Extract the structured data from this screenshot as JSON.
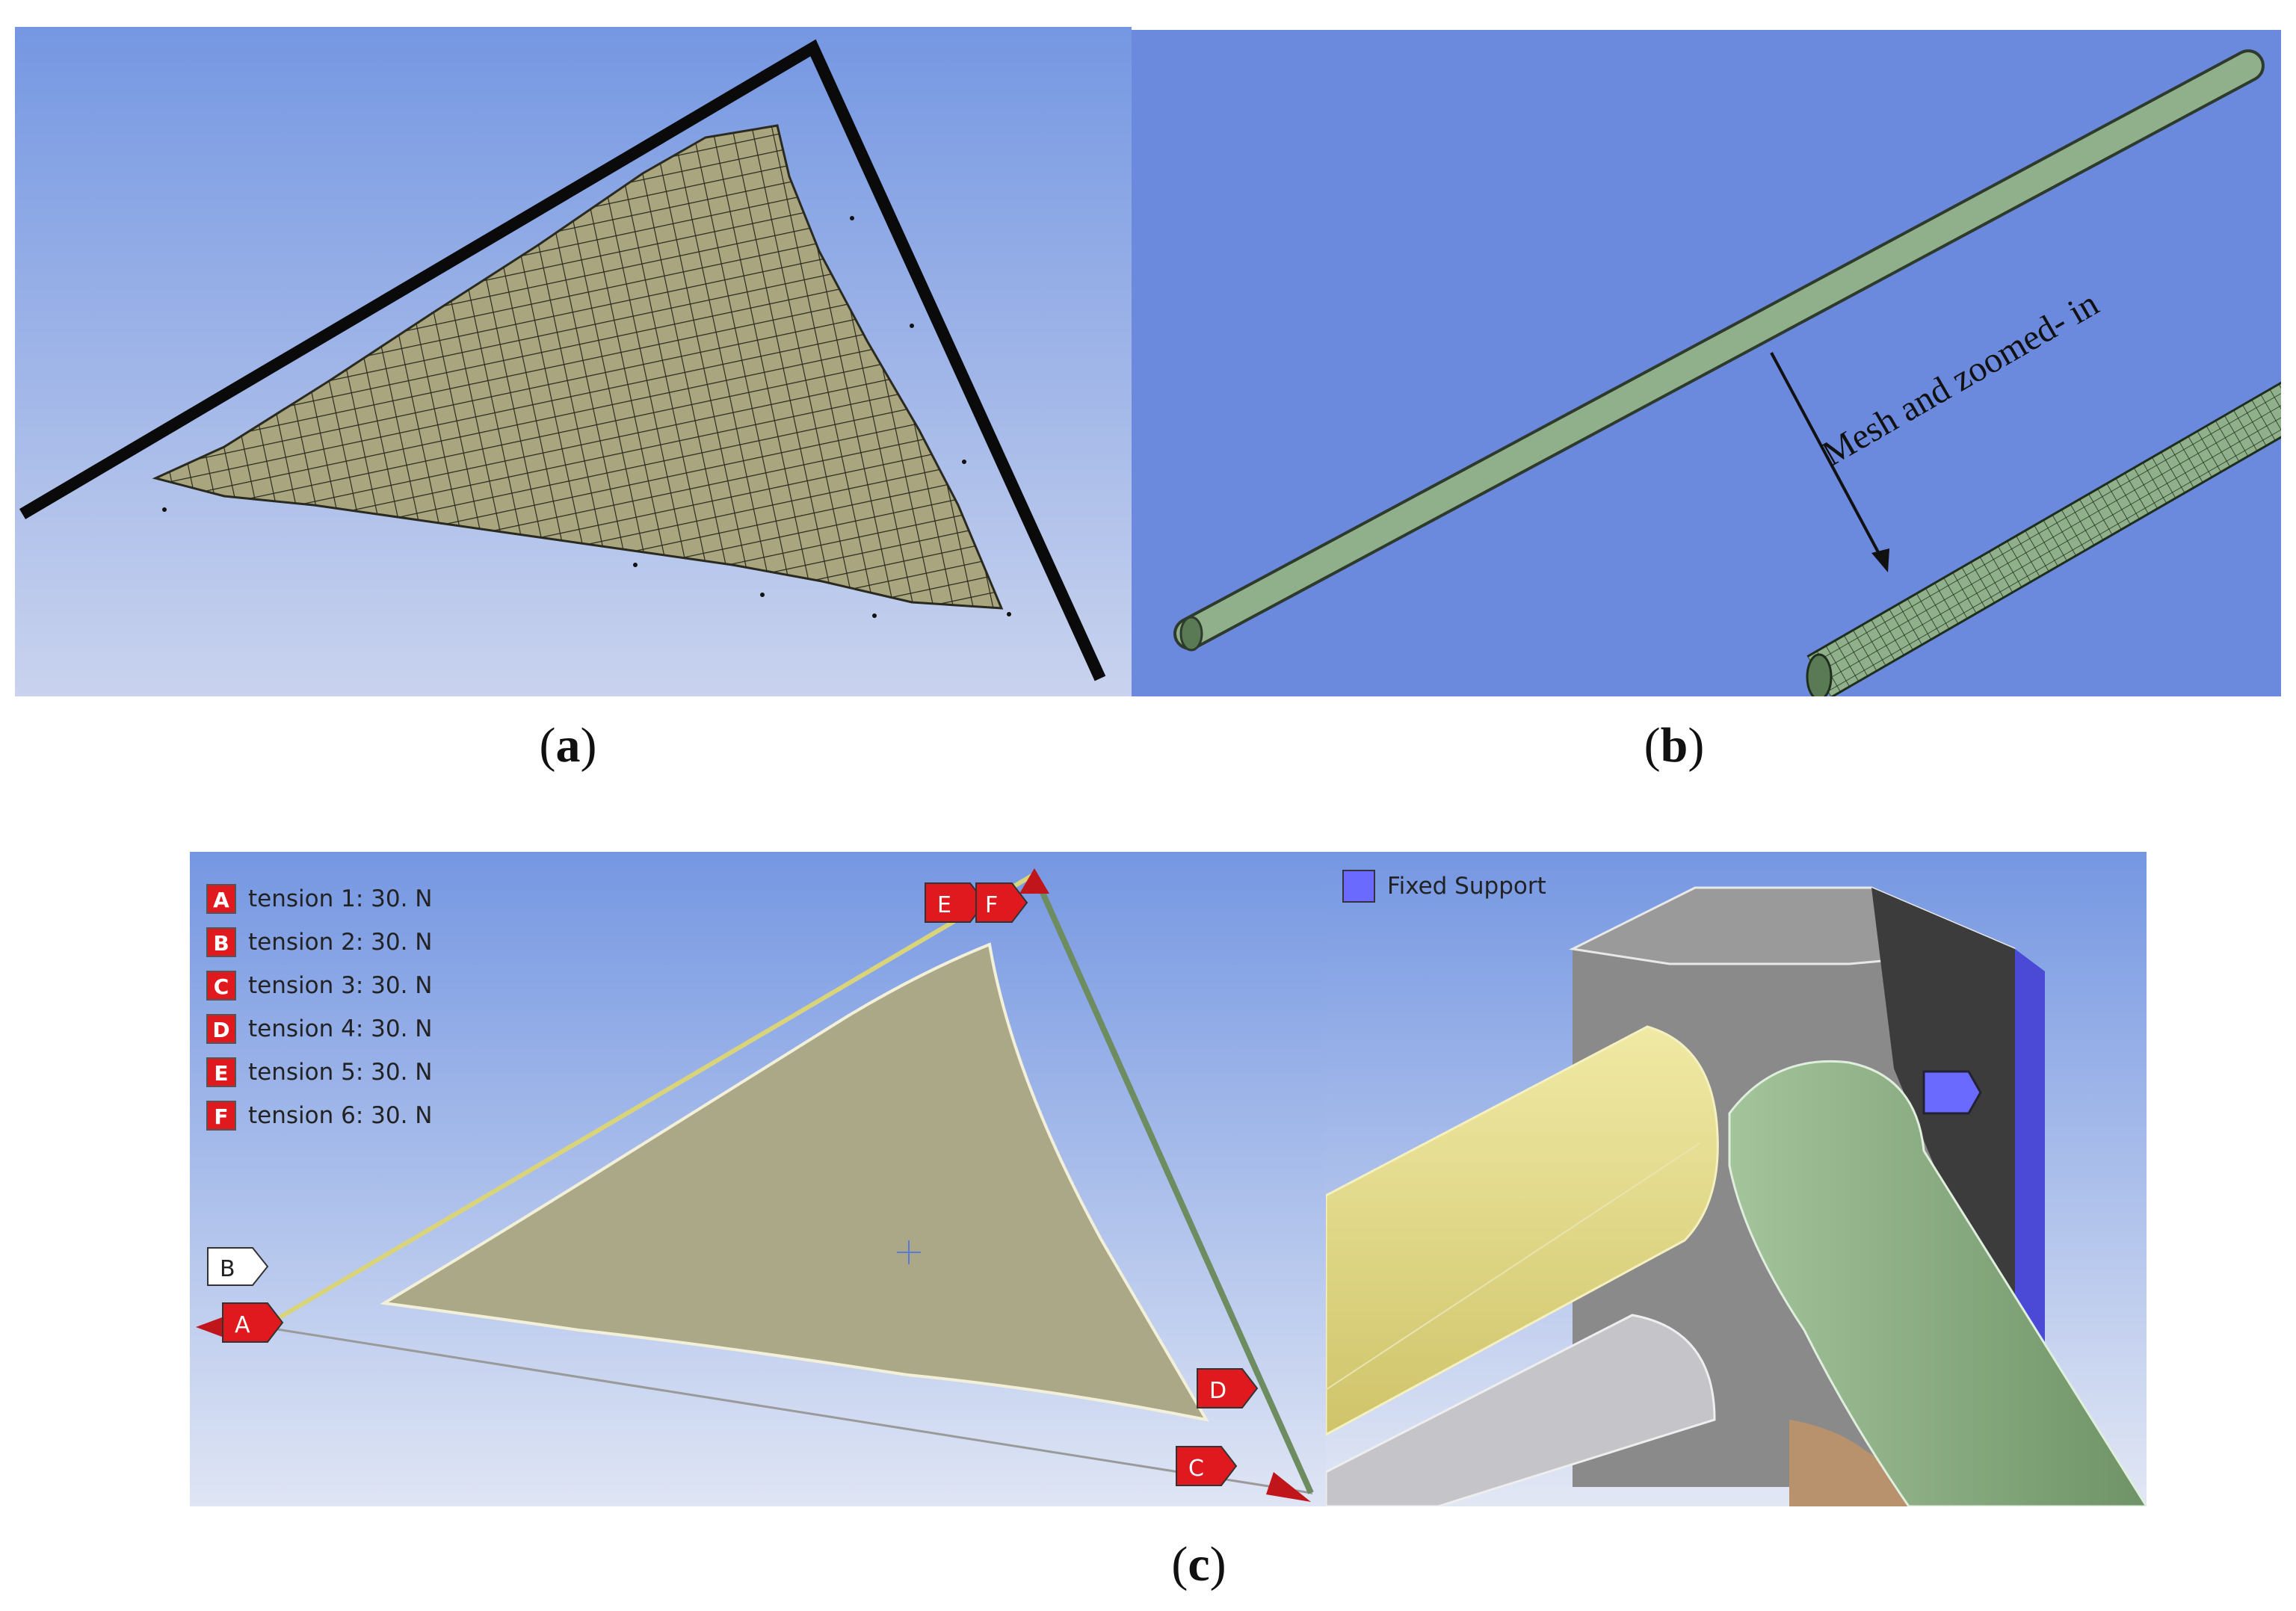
{
  "captions": {
    "a": "a",
    "b": "b",
    "c": "c"
  },
  "panel_b": {
    "annotation": "Mesh and zoomed- in"
  },
  "panel_c": {
    "tension_legend": [
      {
        "letter": "A",
        "text": "tension 1: 30. N"
      },
      {
        "letter": "B",
        "text": "tension 2: 30. N"
      },
      {
        "letter": "C",
        "text": "tension 3: 30. N"
      },
      {
        "letter": "D",
        "text": "tension 4: 30. N"
      },
      {
        "letter": "E",
        "text": "tension 5: 30. N"
      },
      {
        "letter": "F",
        "text": "tension 6: 30. N"
      }
    ],
    "markers": [
      "A",
      "B",
      "C",
      "D",
      "E",
      "F"
    ],
    "fixed_support_label": "Fixed Support"
  },
  "colors": {
    "bg_blue": "#6e8fdc",
    "membrane": "#a8a884",
    "tube_green": "#8fb08a",
    "tube_yellow": "#e8e08a",
    "marker_red": "#e0191e",
    "fixed_blue": "#6a6aff"
  }
}
